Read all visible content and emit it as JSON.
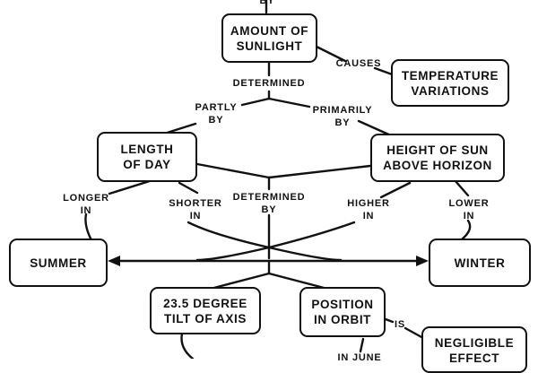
{
  "nodes": {
    "amount_of_sunlight": "AMOUNT OF\nSUNLIGHT",
    "temperature_variations": "TEMPERATURE\nVARIATIONS",
    "length_of_day": "LENGTH\nOF DAY",
    "height_of_sun": "HEIGHT OF SUN\nABOVE HORIZON",
    "summer": "SUMMER",
    "winter": "WINTER",
    "tilt_of_axis": "23.5 DEGREE\nTILT OF AXIS",
    "position_in_orbit": "POSITION\nIN ORBIT",
    "negligible_effect": "NEGLIGIBLE\nEFFECT"
  },
  "links": {
    "top_by": "BY",
    "causes": "CAUSES",
    "determined": "DETERMINED",
    "partly_by": "PARTLY\nBY",
    "primarily_by": "PRIMARILY\nBY",
    "longer_in": "LONGER\nIN",
    "shorter_in": "SHORTER\nIN",
    "determined_by": "DETERMINED\nBY",
    "higher_in": "HIGHER\nIN",
    "lower_in": "LOWER\nIN",
    "is": "IS",
    "in_june": "IN JUNE"
  }
}
